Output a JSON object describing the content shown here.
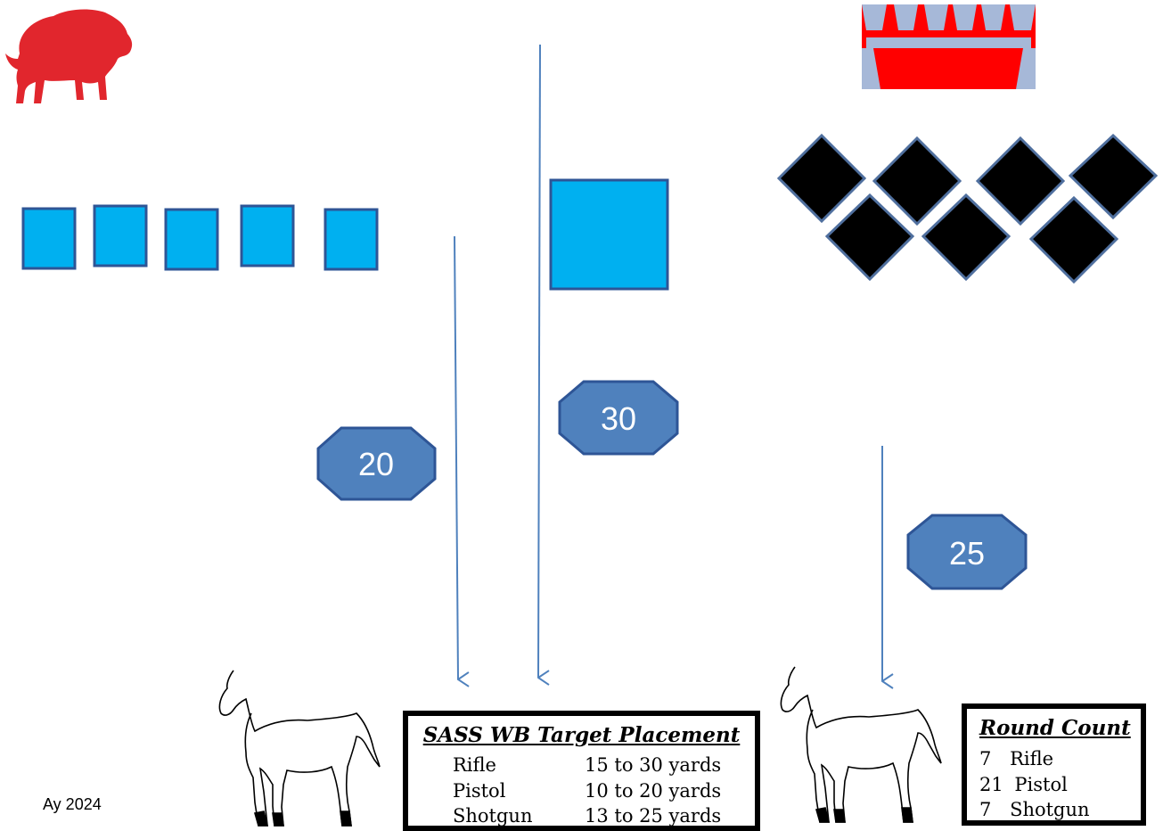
{
  "distance_markers": [
    {
      "label": "20"
    },
    {
      "label": "30"
    },
    {
      "label": "25"
    }
  ],
  "placement_box": {
    "title": "SASS WB Target Placement",
    "rows": [
      {
        "weapon": "Rifle",
        "range": "15 to 30 yards"
      },
      {
        "weapon": "Pistol",
        "range": "10 to 20 yards"
      },
      {
        "weapon": "Shotgun",
        "range": "13 to 25 yards"
      }
    ]
  },
  "round_count_box": {
    "title": "Round Count",
    "rows": [
      {
        "count": "7",
        "weapon": "Rifle"
      },
      {
        "count": "21",
        "weapon": "Pistol"
      },
      {
        "count": "7",
        "weapon": "Shotgun"
      }
    ]
  },
  "footer": "Ay 2024",
  "colors": {
    "target_blue": "#00b0f0",
    "target_border": "#2e5596",
    "marker_fill": "#4f81bd",
    "arrow": "#4f81bd",
    "buffalo": "#e1262d",
    "diamond_fill": "#000000",
    "diamond_border": "#4f6f9e",
    "crown_fill": "#ff0000",
    "crown_trim": "#a6b8d8"
  },
  "icons": [
    "buffalo-icon",
    "crown-target-icon",
    "horse-icon"
  ]
}
